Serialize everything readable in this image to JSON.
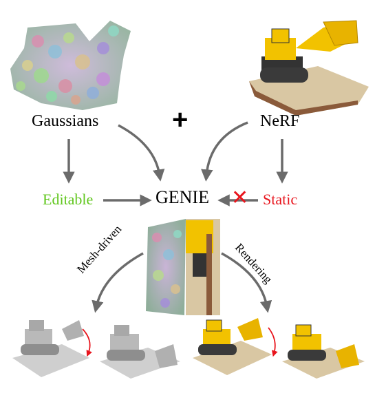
{
  "labels": {
    "gaussians": "Gaussians",
    "plus": "+",
    "nerf": "NeRF",
    "editable": "Editable",
    "genie": "GENIE",
    "static": "Static",
    "cross": "✕",
    "mesh_driven": "Mesh-driven",
    "rendering": "Rendering"
  },
  "colors": {
    "editable": "#5fc61c",
    "static": "#e8141c",
    "cross": "#e8141c",
    "arrow": "#6b6b6b",
    "edit_arrow": "#e8141c",
    "lego_yellow": "#f2c200",
    "mesh_gray": "#b9b9b9"
  }
}
